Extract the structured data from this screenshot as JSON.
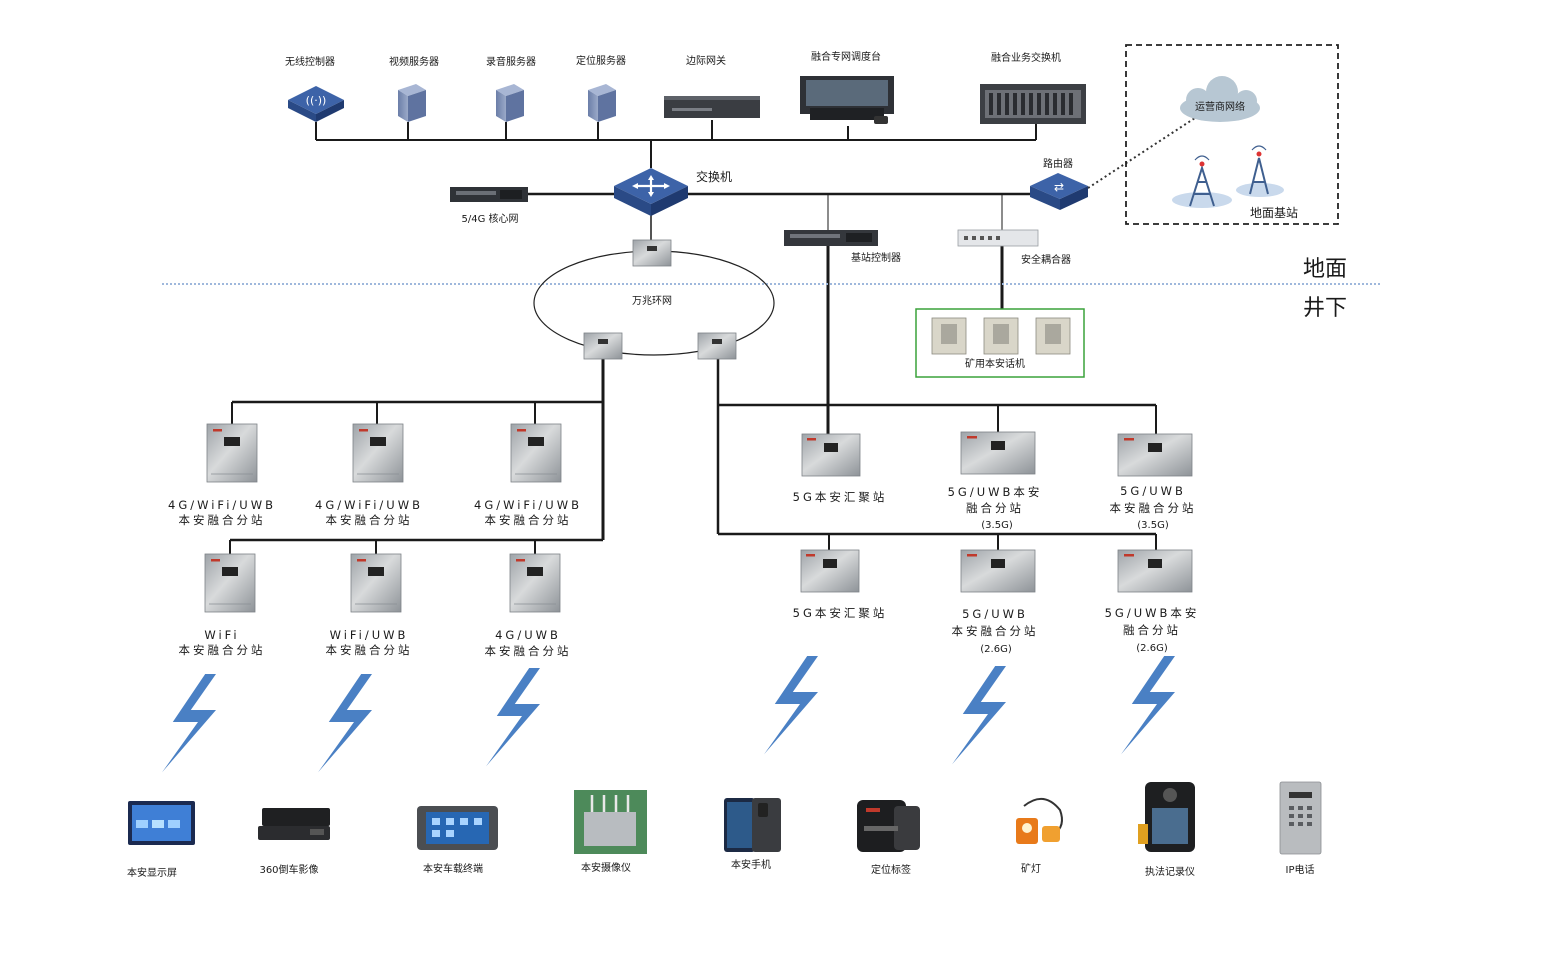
{
  "surface_label": "地面",
  "underground_label": "井下",
  "top_devices": [
    {
      "label": "无线控制器",
      "icon": "wireless-controller-icon"
    },
    {
      "label": "视频服务器",
      "icon": "server-icon"
    },
    {
      "label": "录音服务器",
      "icon": "server-icon"
    },
    {
      "label": "定位服务器",
      "icon": "server-icon"
    },
    {
      "label": "边际网关",
      "icon": "gateway-icon"
    },
    {
      "label": "融合专网调度台",
      "icon": "dispatch-console-icon"
    },
    {
      "label": "融合业务交换机",
      "icon": "service-switch-icon"
    }
  ],
  "switch_label": "交换机",
  "core_label": "5/4G 核心网",
  "router_label": "路由器",
  "carrier_cloud_label": "运营商网络",
  "ground_station_label": "地面基站",
  "bs_controller_label": "基站控制器",
  "coupler_label": "安全耦合器",
  "ring_label": "万兆环网",
  "phone_label": "矿用本安话机",
  "left_substations": [
    {
      "line1": "4G/WiFi/UWB",
      "line2": "本安融合分站"
    },
    {
      "line1": "4G/WiFi/UWB",
      "line2": "本安融合分站"
    },
    {
      "line1": "4G/WiFi/UWB",
      "line2": "本安融合分站"
    },
    {
      "line1": "WiFi",
      "line2": "本安融合分站"
    },
    {
      "line1": "WiFi/UWB",
      "line2": "本安融合分站"
    },
    {
      "line1": "4G/UWB",
      "line2": "本安融合分站"
    }
  ],
  "right_substations": [
    {
      "line1": "5G本安汇聚站",
      "line2": "",
      "line3": ""
    },
    {
      "line1": "5G/UWB本安",
      "line2": "融合分站",
      "line3": "(3.5G)"
    },
    {
      "line1": "5G/UWB",
      "line2": "本安融合分站",
      "line3": "(3.5G)"
    },
    {
      "line1": "5G本安汇聚站",
      "line2": "",
      "line3": ""
    },
    {
      "line1": "5G/UWB",
      "line2": "本安融合分站",
      "line3": "(2.6G)"
    },
    {
      "line1": "5G/UWB本安",
      "line2": "融合分站",
      "line3": "(2.6G)"
    }
  ],
  "terminals": [
    {
      "label": "本安显示屏",
      "icon": "display-screen-icon"
    },
    {
      "label": "360倒车影像",
      "icon": "reverse-camera-icon"
    },
    {
      "label": "本安车载终端",
      "icon": "vehicle-terminal-icon"
    },
    {
      "label": "本安摄像仪",
      "icon": "camera-icon"
    },
    {
      "label": "本安手机",
      "icon": "phone-icon"
    },
    {
      "label": "定位标签",
      "icon": "location-tag-icon"
    },
    {
      "label": "矿灯",
      "icon": "mine-lamp-icon"
    },
    {
      "label": "执法记录仪",
      "icon": "body-recorder-icon"
    },
    {
      "label": "IP电话",
      "icon": "ip-phone-icon"
    }
  ],
  "colors": {
    "accent_blue": "#3d63a8",
    "bolt_blue": "#4a80c4",
    "cloud_gray": "#b7c7d3",
    "box_green": "#3aa23a"
  }
}
